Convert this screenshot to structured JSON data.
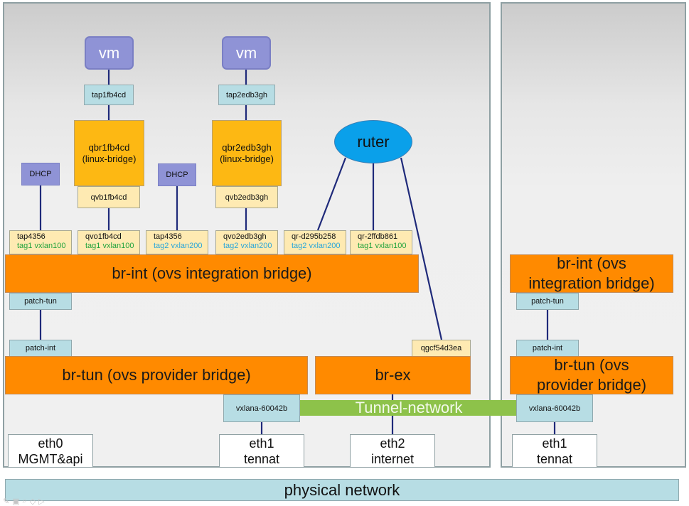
{
  "panels": [
    "host-network-node",
    "host-compute-node"
  ],
  "vms": [
    {
      "label": "vm"
    },
    {
      "label": "vm"
    }
  ],
  "taps": [
    "tap1fb4cd",
    "tap2edb3gh"
  ],
  "linux_bridges": [
    {
      "name": "qbr1fb4cd",
      "type": "(linux-bridge)"
    },
    {
      "name": "qbr2edb3gh",
      "type": "(linux-bridge)"
    }
  ],
  "qvbs": [
    "qvb1fb4cd",
    "qvb2edb3gh"
  ],
  "dhcp": [
    "DHCP",
    "DHCP"
  ],
  "router": {
    "label": "ruter"
  },
  "br_int_ports": [
    {
      "name": "tap4356",
      "tag": "tag1 vxlan100",
      "color": "green"
    },
    {
      "name": "qvo1fb4cd",
      "tag": "tag1 vxlan100",
      "color": "green"
    },
    {
      "name": "tap4356",
      "tag": "tag2 vxlan200",
      "color": "blue"
    },
    {
      "name": "qvo2edb3gh",
      "tag": "tag2 vxlan200",
      "color": "blue"
    },
    {
      "name": "qr-d295b258",
      "tag": "tag2 vxlan200",
      "color": "blue"
    },
    {
      "name": "qr-2ffdb861",
      "tag": "tag1 vxlan100",
      "color": "green"
    }
  ],
  "tag_colors": {
    "green": "#22a33d",
    "blue": "#2ba6d9"
  },
  "left_host": {
    "br_int": "br-int (ovs integration bridge)",
    "patch_tun": "patch-tun",
    "patch_int": "patch-int",
    "br_tun": "br-tun (ovs provider bridge)",
    "br_ex": "br-ex",
    "qg_port": "qgcf54d3ea",
    "vxlan_port": "vxlana-60042b",
    "eth0": {
      "name": "eth0",
      "role": "MGMT&api"
    },
    "eth1": {
      "name": "eth1",
      "role": "tennat"
    },
    "eth2": {
      "name": "eth2",
      "role": "internet"
    }
  },
  "right_host": {
    "br_int_line1": "br-int (ovs",
    "br_int_line2": "integration bridge)",
    "patch_tun": "patch-tun",
    "patch_int": "patch-int",
    "br_tun_line1": "br-tun (ovs",
    "br_tun_line2": "provider bridge)",
    "vxlan_port": "vxlana-60042b",
    "eth1": {
      "name": "eth1",
      "role": "tennat"
    }
  },
  "tunnel_network": "Tunnel-network",
  "physical_network": "physical network",
  "colors": {
    "bridge": "#ff8a00",
    "linux_bridge": "#fdb813",
    "port": "#feeab2",
    "tap": "#b7dde4",
    "vm": "#8f93d6",
    "router": "#0aa0ea",
    "tunnel": "#8dc24a",
    "wire": "#1f2a7a"
  }
}
